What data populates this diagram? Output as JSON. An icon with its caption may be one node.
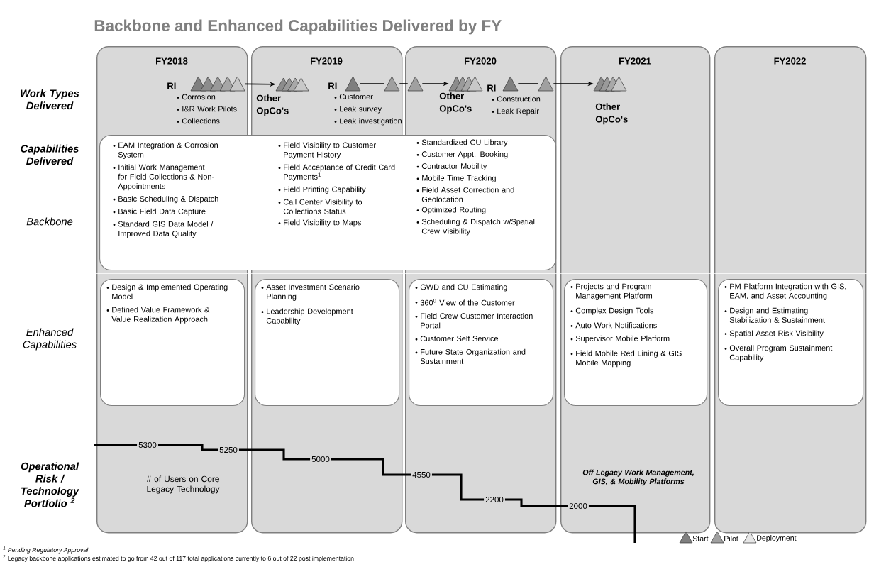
{
  "diagram": {
    "title": "Backbone and Enhanced Capabilities Delivered by FY",
    "nodes": [
      {
        "text": [
          "FY2018"
        ]
      },
      {
        "text": [
          "FY2019"
        ]
      },
      {
        "text": [
          "FY2020"
        ]
      },
      {
        "text": [
          "FY2021"
        ]
      },
      {
        "text": [
          "FY2022"
        ]
      },
      {
        "text": [],
        "shape": "triangle",
        "in": 0,
        "beside": [
          "RI",
          "Corrosion",
          "I&R Work Pilots",
          "Collections"
        ]
      },
      {
        "text": [],
        "shape": "triangle",
        "in": 1,
        "beside": [
          "Other OpCo's"
        ]
      },
      {
        "text": [],
        "shape": "triangle",
        "in": 1,
        "beside": [
          "RI",
          "Customer",
          "Leak survey",
          "Leak investigation"
        ]
      },
      {
        "text": [],
        "shape": "triangle",
        "in": 1
      },
      {
        "text": [],
        "shape": "triangle",
        "in": 2
      },
      {
        "text": [],
        "shape": "triangle",
        "in": 2,
        "beside": [
          "Other OpCo's"
        ]
      },
      {
        "text": [],
        "shape": "triangle",
        "in": 2,
        "beside": [
          "RI",
          "Construction",
          "Leak Repair"
        ]
      },
      {
        "text": [],
        "shape": "triangle",
        "in": 2
      },
      {
        "text": [],
        "shape": "triangle",
        "in": 3,
        "beside": [
          "Other OpCo's"
        ]
      },
      {
        "text": [
          "EAM Integration & Corrosion System",
          "Initial Work Management for Field Collections & Non-Appointments",
          "Basic Scheduling & Dispatch",
          "Basic Field Data Capture",
          "Standard GIS Data Model / Improved Data Quality",
          "Field Visibility to Customer Payment History",
          "Field Acceptance of Credit Card Payments$^{1}$",
          "Field Printing Capability",
          "Call Center Visibility to Collections Status",
          "Field Visibility to Maps",
          "Standardized CU Library",
          "Customer Appt. Booking",
          "Contractor Mobility",
          "Mobile Time Tracking",
          "Field Asset Correction and Geolocation",
          "Optimized Routing",
          "Scheduling & Dispatch w/Spatial Crew Visibility"
        ]
      },
      {
        "text": [
          "Design & Implemented Operating Model",
          "Defined Value Framework & Value Realization Approach"
        ],
        "in": 0
      },
      {
        "text": [
          "Asset Investment Scenario Planning",
          "Leadership Development Capability"
        ],
        "in": 1
      },
      {
        "text": [
          "GWD and CU Estimating",
          "360$^{0}$ View of the Customer",
          "Field Crew Customer Interaction Portal",
          "Customer Self Service",
          "Future State Organization and Sustainment"
        ],
        "in": 2
      },
      {
        "text": [
          "Projects and Program Management Platform",
          "Complex Design Tools",
          "Auto Work Notifications",
          "Supervisor Mobile Platform",
          "Field Mobile Red Lining & GIS Mobile Mapping"
        ],
        "in": 3
      },
      {
        "text": [
          "PM Platform Integration with GIS, EAM, and Asset Accounting",
          "Design and Estimating Stabilization & Sustainment",
          "Spatial Asset Risk Visibility",
          "Overall Program Sustainment Capability"
        ],
        "in": 4
      }
    ],
    "edges": [
      {
        "from": 5,
        "to": 6,
        "arrow": "to"
      },
      {
        "from": 7,
        "to": 8,
        "arrow": "none"
      },
      {
        "from": 8,
        "to": 9,
        "arrow": "none"
      },
      {
        "from": 9,
        "to": 10,
        "arrow": "to"
      },
      {
        "from": 11,
        "to": 12,
        "arrow": "none"
      },
      {
        "from": 12,
        "to": 13,
        "arrow": "to"
      }
    ],
    "labels": [
      "Work Types Delivered",
      "Capabilities Delivered",
      "Backbone",
      "Enhanced Capabilities",
      "Operational Risk / Technology Portfolio $^{2}$",
      "5300",
      "5250",
      "5000",
      "4550",
      "2200",
      "2000",
      "# of Users on Core Legacy Technology",
      "Off Legacy Work Management, GIS, & Mobility Platforms",
      "$^{1}$ Pending Regulatory Approval",
      "$^{2}$ Legacy backbone applications estimated to go from 42 out of 117 total applications currently to 6 out of 22 post implementation"
    ],
    "legend": [
      {
        "text": "Start"
      },
      {
        "text": "Pilot"
      },
      {
        "text": "Deployment"
      }
    ]
  }
}
